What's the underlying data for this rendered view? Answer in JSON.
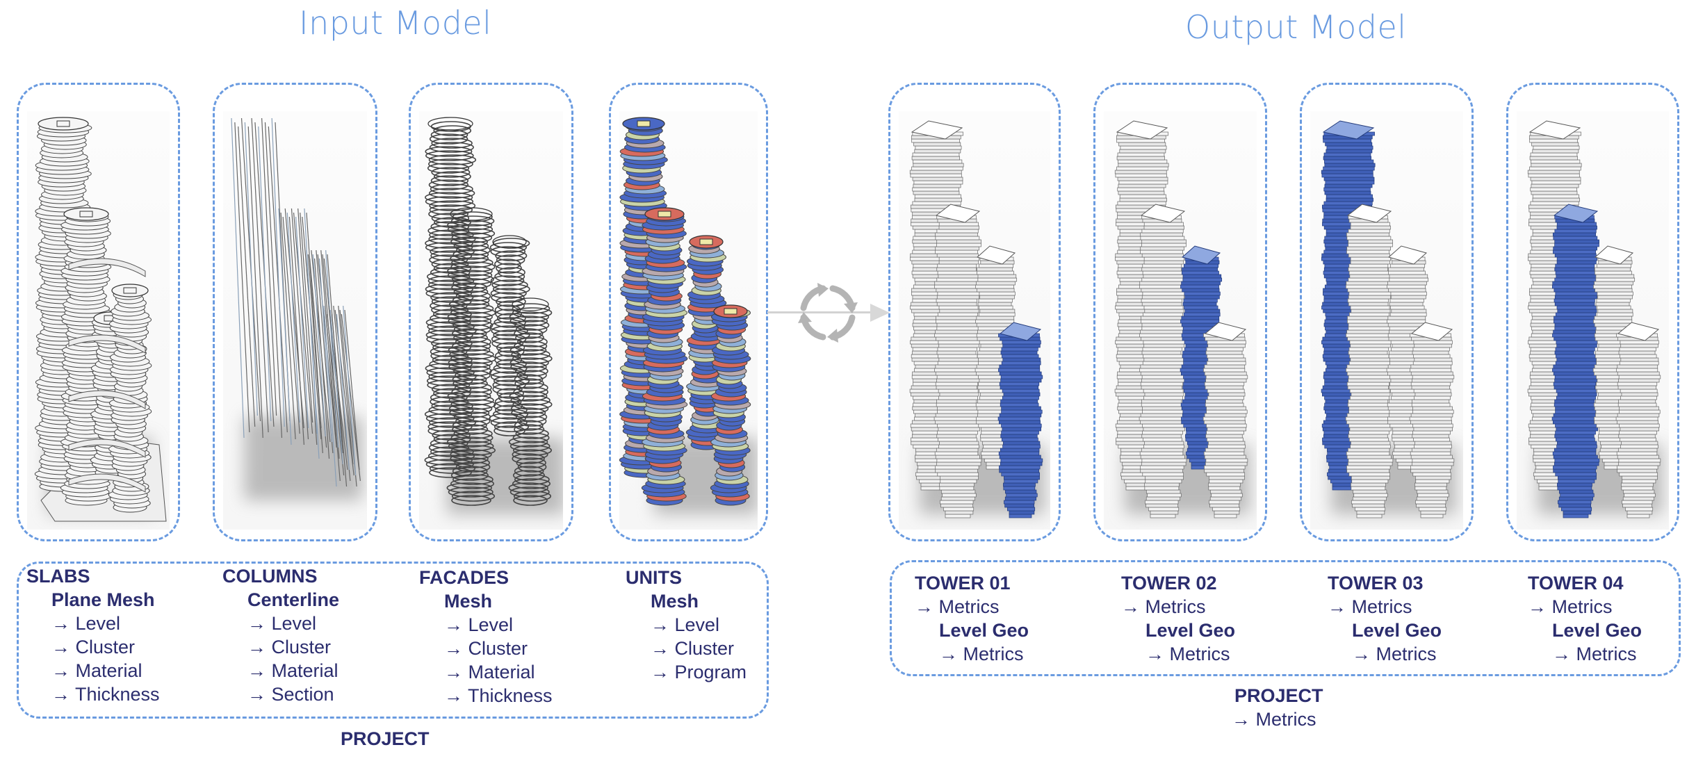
{
  "titles": {
    "input": "Input Model",
    "output": "Output Model"
  },
  "colors": {
    "accent": "#6a9be0",
    "text": "#2b2d6e",
    "highlight_blue": "#4a68c4",
    "unit_red": "#d76b5e",
    "unit_green": "#c9d3a8",
    "unit_mauve": "#b9a9ad",
    "icon_grey": "#b4b4b4"
  },
  "input_panels": [
    {
      "name": "slabs-render",
      "icon": "stacked-slabs-image"
    },
    {
      "name": "columns-render",
      "icon": "column-lines-image"
    },
    {
      "name": "facades-render",
      "icon": "facade-rings-image"
    },
    {
      "name": "units-render",
      "icon": "colored-units-image"
    }
  ],
  "output_panels": [
    {
      "name": "tower-01-render",
      "highlight_tower": 4
    },
    {
      "name": "tower-02-render",
      "highlight_tower": 3
    },
    {
      "name": "tower-03-render",
      "highlight_tower": 1
    },
    {
      "name": "tower-04-render",
      "highlight_tower": 2
    }
  ],
  "center_icon": "cycle-arrows-icon",
  "input_groups": [
    {
      "header": "SLABS",
      "sub": "Plane Mesh",
      "items": [
        "→ Level",
        "→ Cluster",
        "→ Material",
        "→ Thickness"
      ]
    },
    {
      "header": "COLUMNS",
      "sub": "Centerline",
      "items": [
        "→ Level",
        "→ Cluster",
        "→ Material",
        "→ Section"
      ]
    },
    {
      "header": "FACADES",
      "sub": "Mesh",
      "items": [
        "→ Level",
        "→ Cluster",
        "→ Material",
        "→ Thickness"
      ]
    },
    {
      "header": "UNITS",
      "sub": "Mesh",
      "items": [
        "→ Level",
        "→ Cluster",
        "→ Program"
      ]
    }
  ],
  "input_footer": "PROJECT",
  "output_groups": [
    {
      "header": "TOWER 01",
      "metric": "→ Metrics",
      "sub": "Level Geo",
      "sub_metric": "→ Metrics"
    },
    {
      "header": "TOWER 02",
      "metric": "→ Metrics",
      "sub": "Level Geo",
      "sub_metric": "→ Metrics"
    },
    {
      "header": "TOWER 03",
      "metric": "→ Metrics",
      "sub": "Level Geo",
      "sub_metric": "→ Metrics"
    },
    {
      "header": "TOWER 04",
      "metric": "→ Metrics",
      "sub": "Level Geo",
      "sub_metric": "→ Metrics"
    }
  ],
  "output_footer": {
    "header": "PROJECT",
    "metric": "→ Metrics"
  }
}
